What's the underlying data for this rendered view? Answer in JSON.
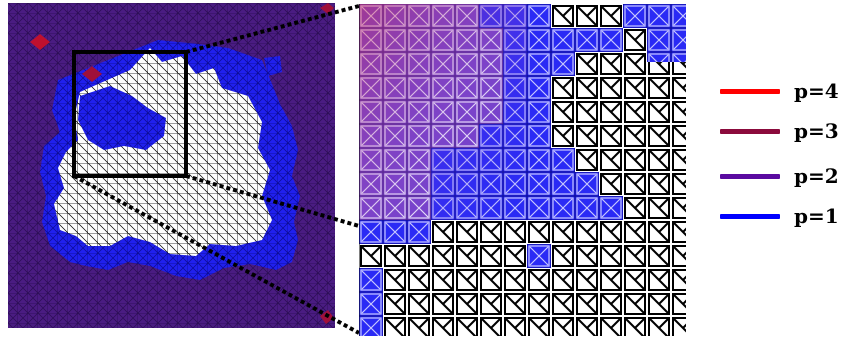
{
  "legend": {
    "items": [
      {
        "label": "p=4",
        "color": "#ff0000"
      },
      {
        "label": "p=3",
        "color": "#8b0a3c"
      },
      {
        "label": "p=2",
        "color": "#5a0aa0"
      },
      {
        "label": "p=1",
        "color": "#0000ff"
      }
    ]
  },
  "colors": {
    "p1": "#2323f0",
    "p2": "#4a2080",
    "p3": "#8b0a3c",
    "p4": "#ff0000",
    "refined": "#ffffff",
    "mesh_line": "#000000",
    "zoom_box": "#000000"
  },
  "panels": {
    "overview": {
      "name": "mesh-overview"
    },
    "zoom": {
      "name": "mesh-zoom"
    }
  }
}
